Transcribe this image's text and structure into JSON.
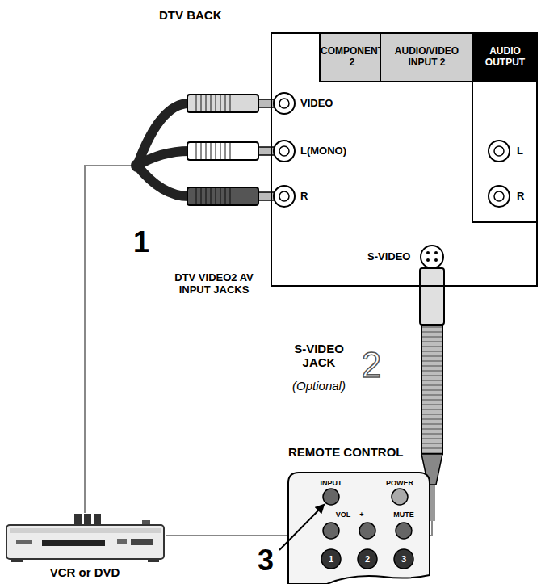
{
  "diagram": {
    "nodes": [
      {
        "text": [
          "DTV BACK"
        ]
      },
      {
        "text": [
          "COMPONENT 2"
        ],
        "in": 0
      },
      {
        "text": [
          "AUDIO/VIDEO INPUT 2"
        ],
        "in": 0
      },
      {
        "text": [
          "AUDIO OUTPUT"
        ],
        "in": 0
      },
      {
        "text": [
          "VCR or DVD"
        ]
      },
      {
        "text": [
          "REMOTE CONTROL"
        ]
      }
    ],
    "edges": [
      {
        "from": 4,
        "to": 0,
        "arrow": "none"
      },
      {
        "from": 4,
        "to": 0,
        "arrow": "none"
      }
    ],
    "labels": [
      "VIDEO",
      "L(MONO)",
      "R",
      "L",
      "R",
      "S-VIDEO",
      "1",
      "DTV VIDEO2 AV INPUT JACKS",
      "S-VIDEO JACK",
      "(Optional)",
      "2",
      "INPUT",
      "POWER",
      "–",
      "VOL",
      "+",
      "MUTE",
      "1",
      "2",
      "3",
      "3"
    ]
  }
}
